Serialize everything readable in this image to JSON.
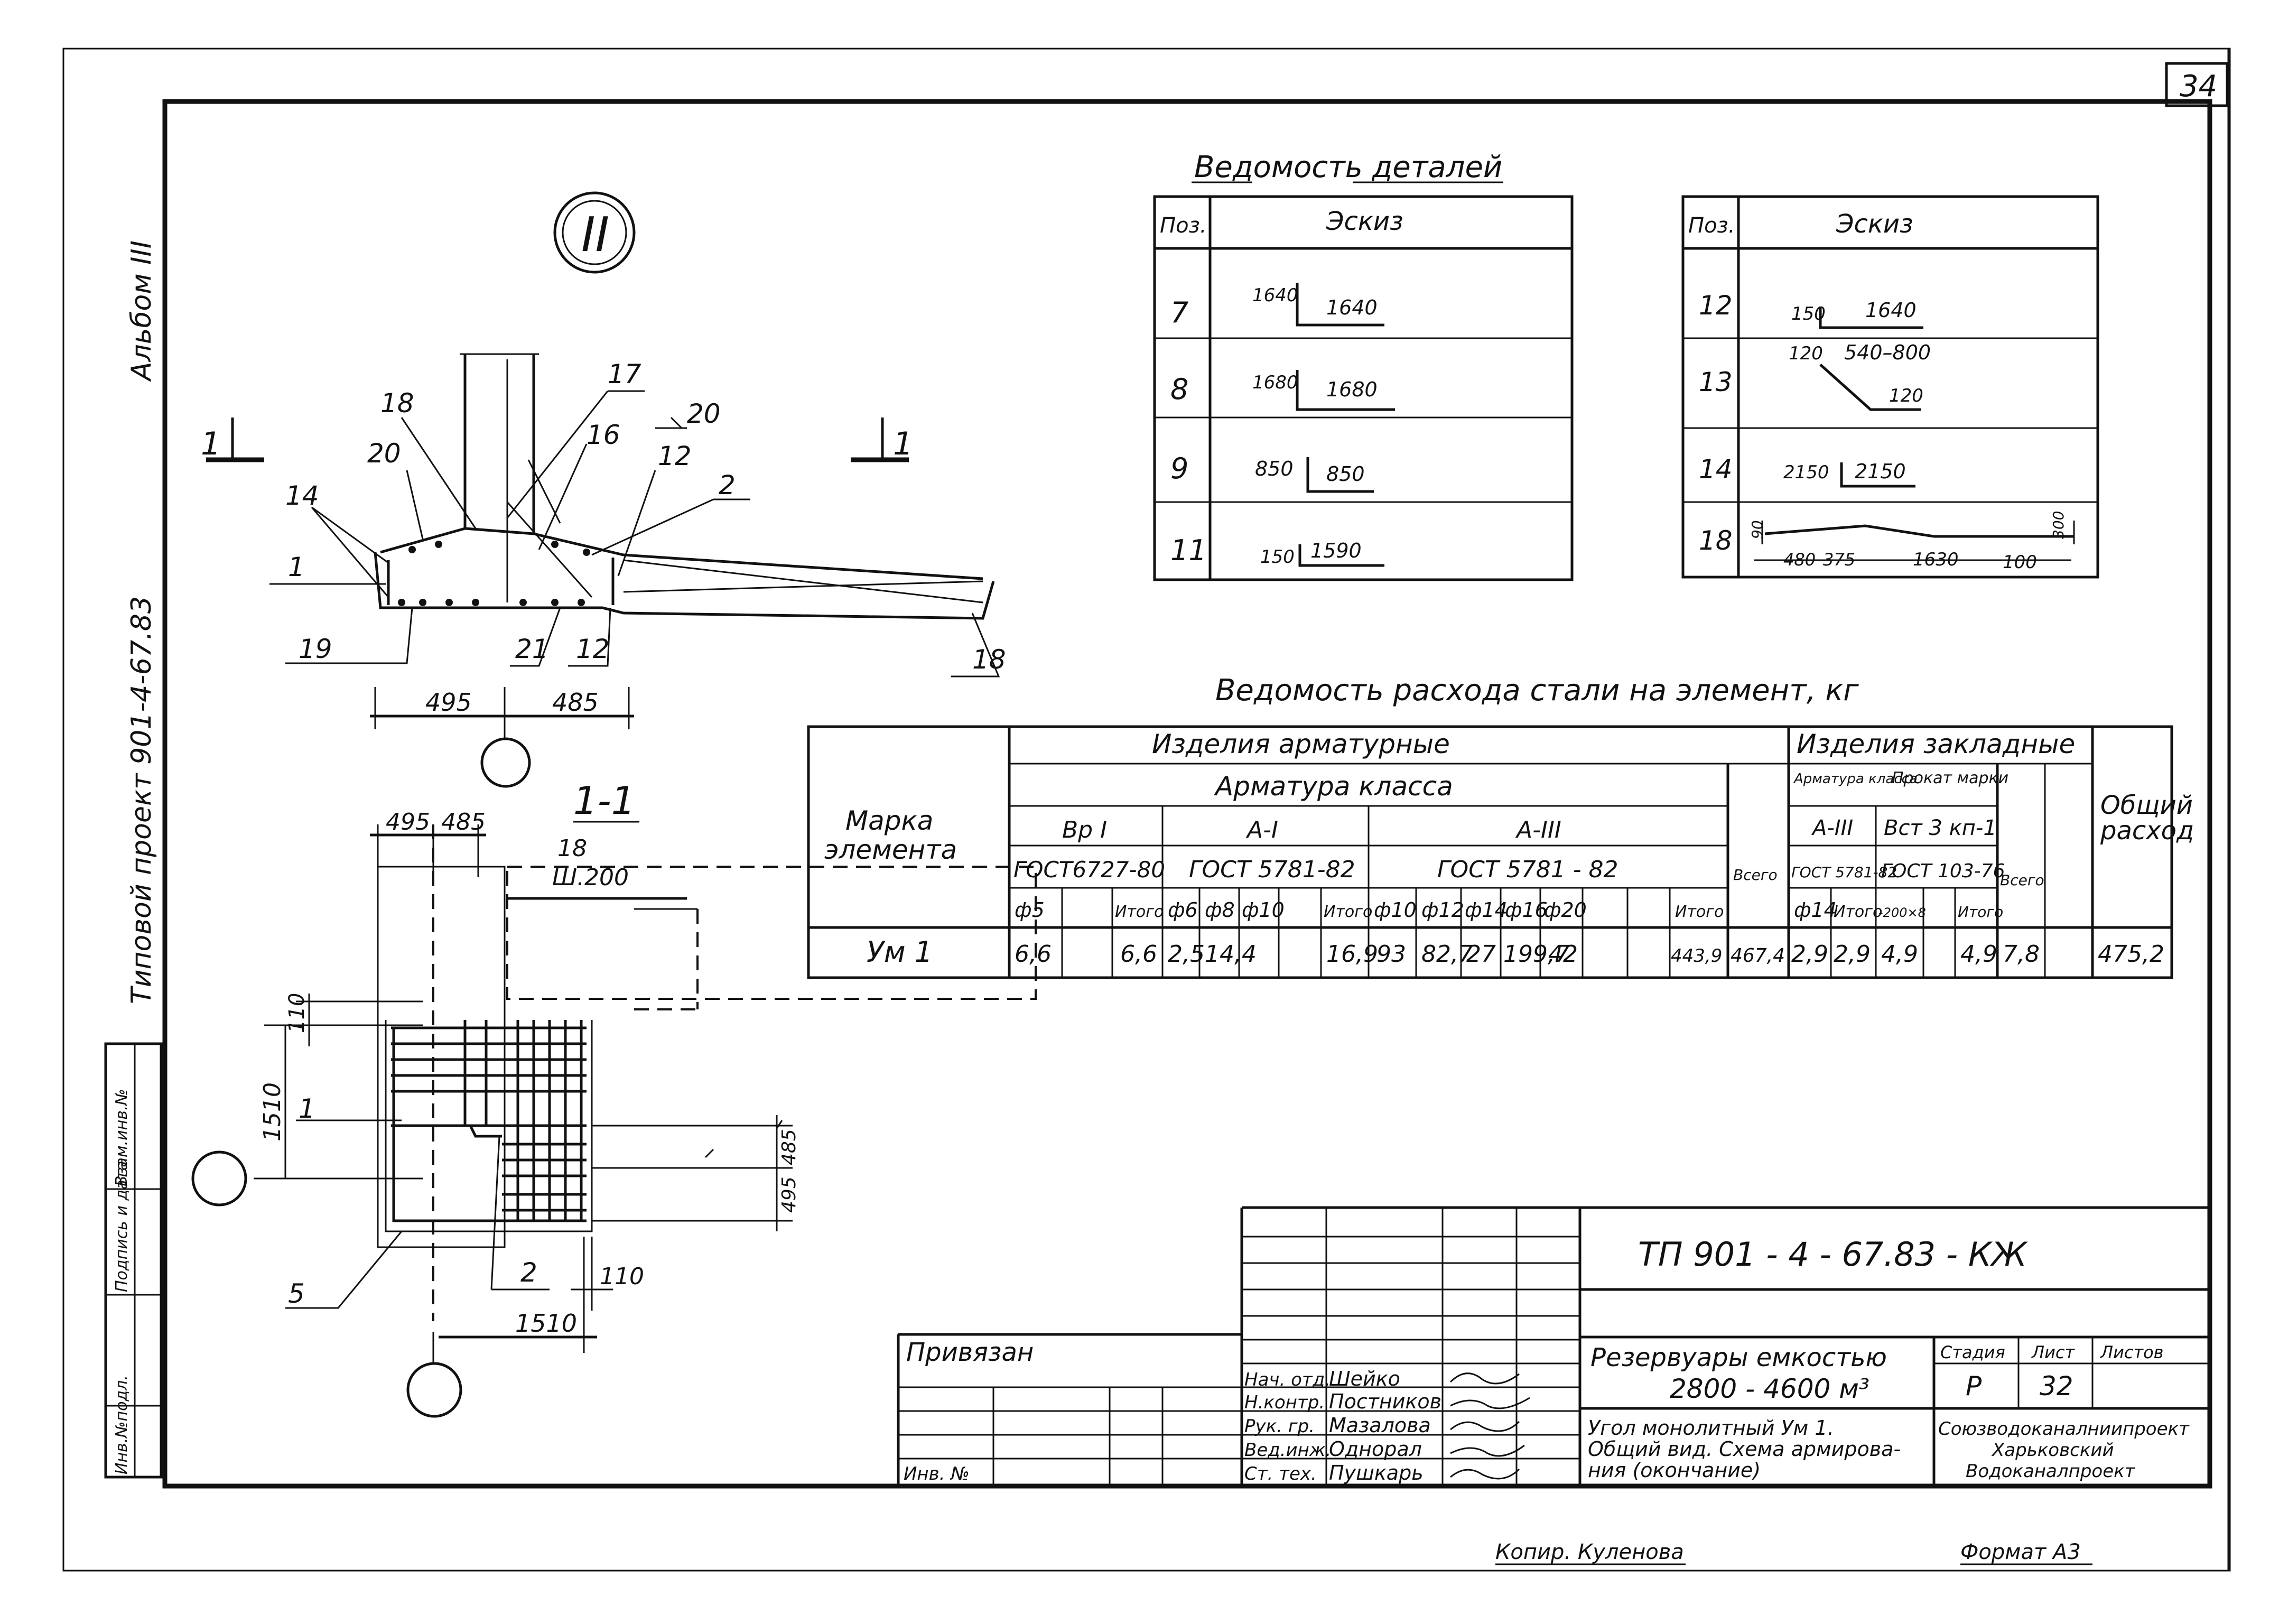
{
  "sheet": {
    "number": "34",
    "side_album": "Альбом III",
    "side_project": "Типовой   проект 901-4-67.83",
    "side_stamps": [
      "Инв.№подл.",
      "Подпись и дата",
      "Взам.инв.№"
    ],
    "copied": "Копир. Куленова",
    "format": "Формат А3"
  },
  "node": {
    "mark": "II",
    "section_marks": [
      "1",
      "1"
    ],
    "labels": [
      "18",
      "17",
      "20",
      "16",
      "20",
      "12",
      "2",
      "14",
      "1",
      "19",
      "21",
      "12",
      "18"
    ],
    "dims": [
      "495",
      "485"
    ]
  },
  "section": {
    "title": "1-1",
    "dims": [
      "495",
      "485",
      "110",
      "1510",
      "485",
      "495",
      "110",
      "1510"
    ],
    "note": "18",
    "note2": "Ш.200",
    "labels": [
      "1",
      "2",
      "5"
    ]
  },
  "details_title": "Ведомость     деталей",
  "details_left": {
    "headers": [
      "Поз.",
      "Эскиз"
    ],
    "rows": [
      {
        "pos": "7",
        "a": "1640",
        "b": "1640"
      },
      {
        "pos": "8",
        "a": "1680",
        "b": "1680"
      },
      {
        "pos": "9",
        "a": "850",
        "b": "850"
      },
      {
        "pos": "11",
        "a": "150",
        "b": "1590"
      }
    ]
  },
  "details_right": {
    "headers": [
      "Поз.",
      "Эскиз"
    ],
    "rows": [
      {
        "pos": "12",
        "a": "150",
        "b": "1640",
        "c": ""
      },
      {
        "pos": "13",
        "a": "120",
        "b": "540–800",
        "c": "120"
      },
      {
        "pos": "14",
        "a": "2150",
        "b": "2150",
        "c": ""
      },
      {
        "pos": "18",
        "a": "480",
        "b": "375",
        "c": "1630",
        "d": "100",
        "e": "90",
        "f": "300"
      }
    ]
  },
  "steel_title": "Ведомость   расхода стали на элемент, кг",
  "steel": {
    "mark_header": "Марка элемента",
    "group1": "Изделия    арматурные",
    "group1_sub": "Арматура  класса",
    "cls_bp": "Вр I",
    "cls_a1": "А-I",
    "cls_a3": "А-III",
    "gost_bp": "ГОСТ6727-80",
    "gost_a1": "ГОСТ 5781-82",
    "gost_a3": "ГОСТ 5781 - 82",
    "group2": "Изделия   закладные",
    "g2_a": "Арматура класса",
    "g2_b": "Прокат марки",
    "g2_a_cls": "А-III",
    "g2_b_cls": "Вст 3 кп-1",
    "g2_a_gost": "ГОСТ 5781-82",
    "g2_b_gost": "ГОСТ 103-76",
    "total_header": "Общий расход",
    "vsego": "Всего",
    "cols": [
      "ф5",
      "",
      "Итого",
      "ф6",
      "ф8",
      "ф10",
      "Итого",
      "ф10",
      "ф12",
      "ф14",
      "ф16",
      "ф20",
      "",
      "Итого",
      "",
      "ф14",
      "Итого",
      "-200×8",
      "",
      "Итого",
      ""
    ],
    "row": {
      "mark": "Ум 1",
      "values": [
        "6,6",
        "",
        "6,6",
        "2,5",
        "14,4",
        "",
        "16,9",
        "93",
        "82,7",
        "27",
        "199,7",
        "42",
        "",
        "443,9",
        "467,4",
        "2,9",
        "2,9",
        "4,9",
        "",
        "4,9",
        "7,8",
        "475,2"
      ]
    }
  },
  "stamp": {
    "code": "ТП 901 - 4 - 67.83 - КЖ",
    "privyazan": "Привязан",
    "inv": "Инв. №",
    "roles": [
      "Нач. отд.",
      "Н.контр.",
      "Рук. гр.",
      "Вед.инж.",
      "Ст. тех."
    ],
    "names": [
      "Шейко",
      "Постников",
      "Мазалова",
      "Однорал",
      "Пушкарь"
    ],
    "title1": "Резервуары   емкостью",
    "title2": "2800 - 4600 м³",
    "desc": [
      "Угол  монолитный  Ум 1.",
      "Общий  вид. Схема  армирова-",
      "ния  (окончание)"
    ],
    "stage_h": "Стадия",
    "sheet_h": "Лист",
    "sheets_h": "Листов",
    "stage": "Р",
    "sheet": "32",
    "org": [
      "Союзводоканалниипроект",
      "Харьковский",
      "Водоканалпроект"
    ]
  }
}
